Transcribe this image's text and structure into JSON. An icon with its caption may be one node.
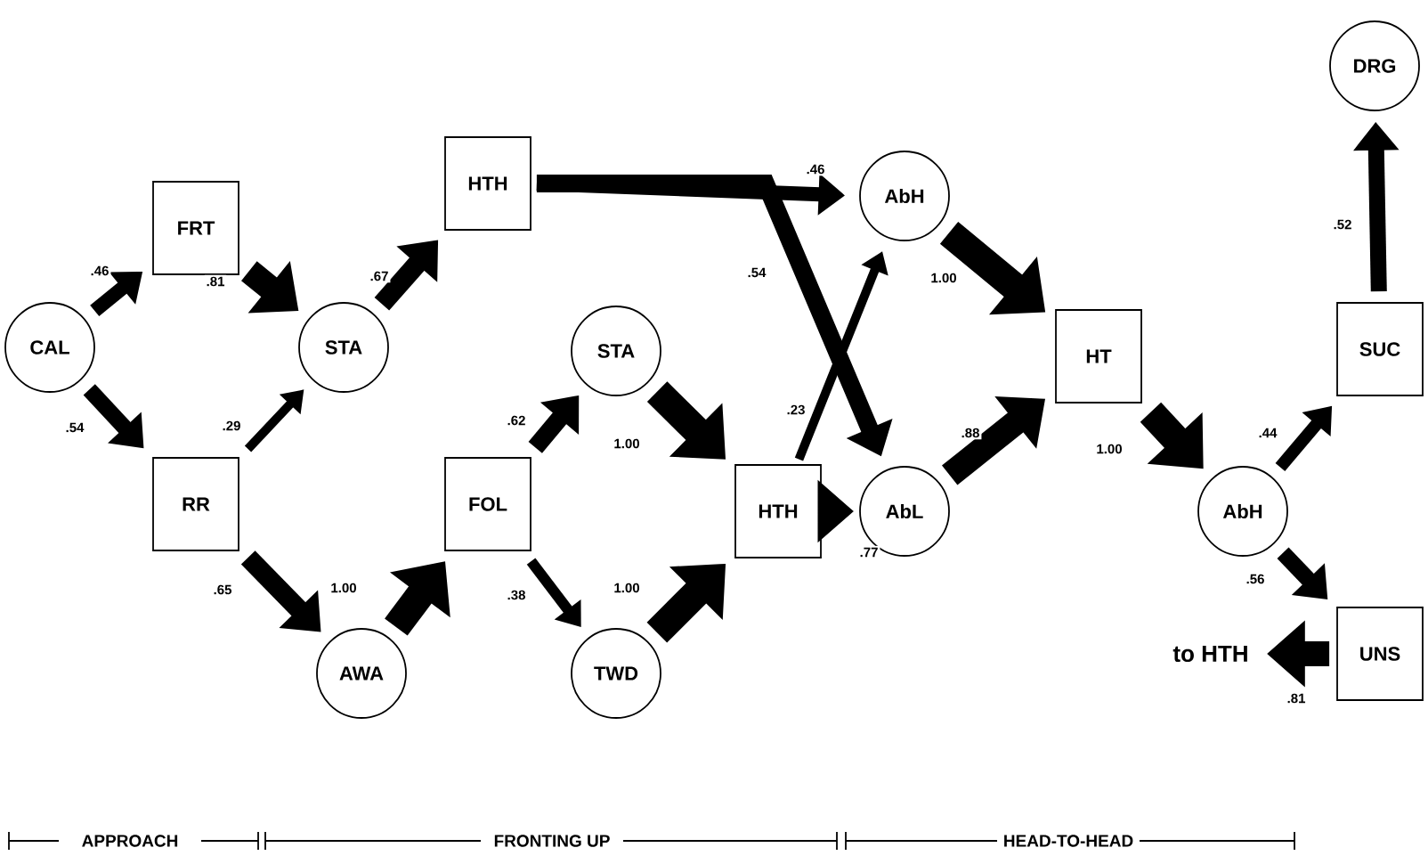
{
  "diagram": {
    "nodes": [
      {
        "text": [
          "CAL"
        ]
      },
      {
        "text": [
          "FRT"
        ]
      },
      {
        "text": [
          "RR"
        ]
      },
      {
        "text": [
          "STA"
        ]
      },
      {
        "text": [
          "AWA"
        ]
      },
      {
        "text": [
          "HTH"
        ]
      },
      {
        "text": [
          "FOL"
        ]
      },
      {
        "text": [
          "STA"
        ]
      },
      {
        "text": [
          "TWD"
        ]
      },
      {
        "text": [
          "HTH"
        ]
      },
      {
        "text": [
          "AbH"
        ]
      },
      {
        "text": [
          "AbL"
        ]
      },
      {
        "text": [
          "HT"
        ]
      },
      {
        "text": [
          "AbH"
        ]
      },
      {
        "text": [
          "SUC"
        ]
      },
      {
        "text": [
          "DRG"
        ]
      },
      {
        "text": [
          "UNS"
        ]
      },
      {
        "text": [
          "to HTH"
        ]
      }
    ],
    "edges": [
      {
        "from": 0,
        "to": 1,
        "arrow": "to",
        "label": ".46"
      },
      {
        "from": 1,
        "to": 3,
        "arrow": "to",
        "label": ".81"
      },
      {
        "from": 0,
        "to": 2,
        "arrow": "to",
        "label": ".54"
      },
      {
        "from": 2,
        "to": 3,
        "arrow": "to",
        "label": ".29"
      },
      {
        "from": 3,
        "to": 5,
        "arrow": "to",
        "label": ".67"
      },
      {
        "from": 2,
        "to": 4,
        "arrow": "to",
        "label": ".65"
      },
      {
        "from": 4,
        "to": 6,
        "arrow": "to",
        "label": "1.00"
      },
      {
        "from": 6,
        "to": 7,
        "arrow": "to",
        "label": ".62"
      },
      {
        "from": 6,
        "to": 8,
        "arrow": "to",
        "label": ".38"
      },
      {
        "from": 7,
        "to": 9,
        "arrow": "to",
        "label": "1.00"
      },
      {
        "from": 8,
        "to": 9,
        "arrow": "to",
        "label": "1.00"
      },
      {
        "from": 5,
        "to": 10,
        "arrow": "to",
        "label": ".46"
      },
      {
        "from": 5,
        "to": 11,
        "arrow": "to",
        "label": ".54"
      },
      {
        "from": 9,
        "to": 10,
        "arrow": "to",
        "label": ".23"
      },
      {
        "from": 9,
        "to": 11,
        "arrow": "to",
        "label": ".77"
      },
      {
        "from": 10,
        "to": 12,
        "arrow": "to",
        "label": "1.00"
      },
      {
        "from": 11,
        "to": 12,
        "arrow": "to",
        "label": ".88"
      },
      {
        "from": 12,
        "to": 13,
        "arrow": "to",
        "label": "1.00"
      },
      {
        "from": 13,
        "to": 14,
        "arrow": "to",
        "label": ".44"
      },
      {
        "from": 13,
        "to": 16,
        "arrow": "to",
        "label": ".56"
      },
      {
        "from": 14,
        "to": 15,
        "arrow": "to",
        "label": ".52"
      },
      {
        "from": 16,
        "to": 17,
        "arrow": "to",
        "label": ".81"
      }
    ],
    "labels": [
      "APPROACH",
      "FRONTING UP",
      "HEAD-TO-HEAD"
    ]
  }
}
